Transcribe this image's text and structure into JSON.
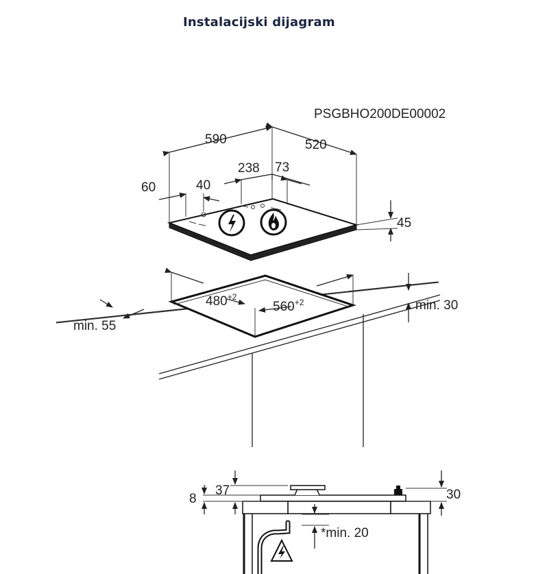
{
  "title": "Instalacijski dijagram",
  "code": "PSGBHO200DE00002",
  "dims": {
    "w590": "590",
    "d520": "520",
    "d238": "238",
    "d73": "73",
    "d60": "60",
    "d40": "40",
    "h45": "45",
    "cut480": "480",
    "cut560": "560",
    "tol": "+2",
    "min30": "min. 30",
    "min55": "min. 55",
    "d37": "37",
    "d8": "8",
    "d30": "30",
    "min20": "*min. 20"
  },
  "icons": [
    "electric-warning-icon",
    "gas-flame-icon",
    "electric-hazard-triangle-icon"
  ]
}
